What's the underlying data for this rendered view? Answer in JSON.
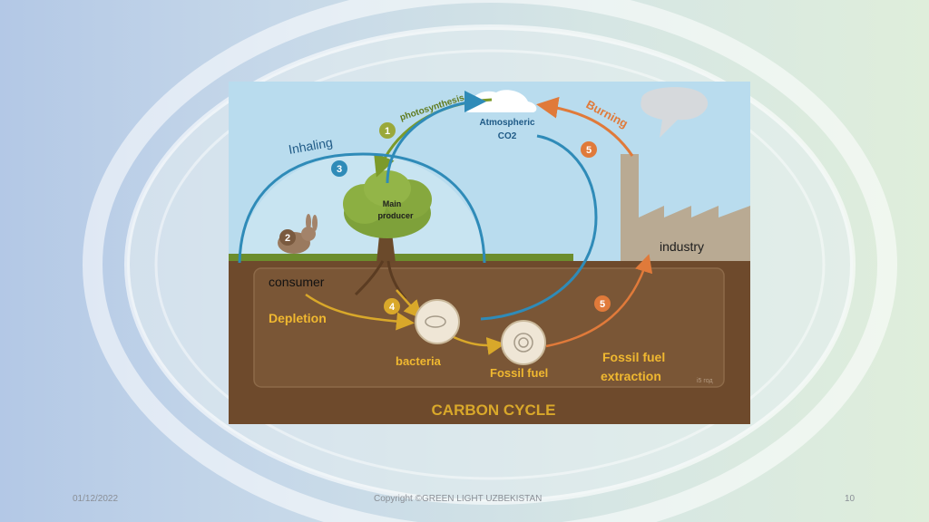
{
  "diagram": {
    "title": "CARBON CYCLE",
    "atmosphere_label_line1": "Atmospheric",
    "atmosphere_label_line2": "CO2",
    "photosynthesis_label": "photosynthesis",
    "burning_label": "Burning",
    "inhaling_label": "Inhaling",
    "producer_label_line1": "Main",
    "producer_label_line2": "producer",
    "industry_label": "industry",
    "consumer_label": "consumer",
    "depletion_label": "Depletion",
    "bacteria_label": "bacteria",
    "fossil_fuel_label": "Fossil fuel",
    "extraction_label_line1": "Fossil fuel",
    "extraction_label_line2": "extraction",
    "badges": {
      "photosynthesis": "1",
      "consumer": "2",
      "inhaling": "3",
      "depletion": "4",
      "burning": "5",
      "extraction": "5"
    },
    "watermark": "i5 год",
    "colors": {
      "sky": "#b9dcee",
      "soil": "#6e4a2c",
      "tree": "#7ea13a",
      "photosynthesis": "#7c9a2a",
      "respiration": "#2f8bb8",
      "burning": "#e07a3a",
      "decay": "#d9a82a",
      "title": "#d9a82a"
    }
  },
  "footer": {
    "date": "01/12/2022",
    "copyright": "Copyright ©GREEN LIGHT UZBEKISTAN",
    "page_number": "10"
  }
}
